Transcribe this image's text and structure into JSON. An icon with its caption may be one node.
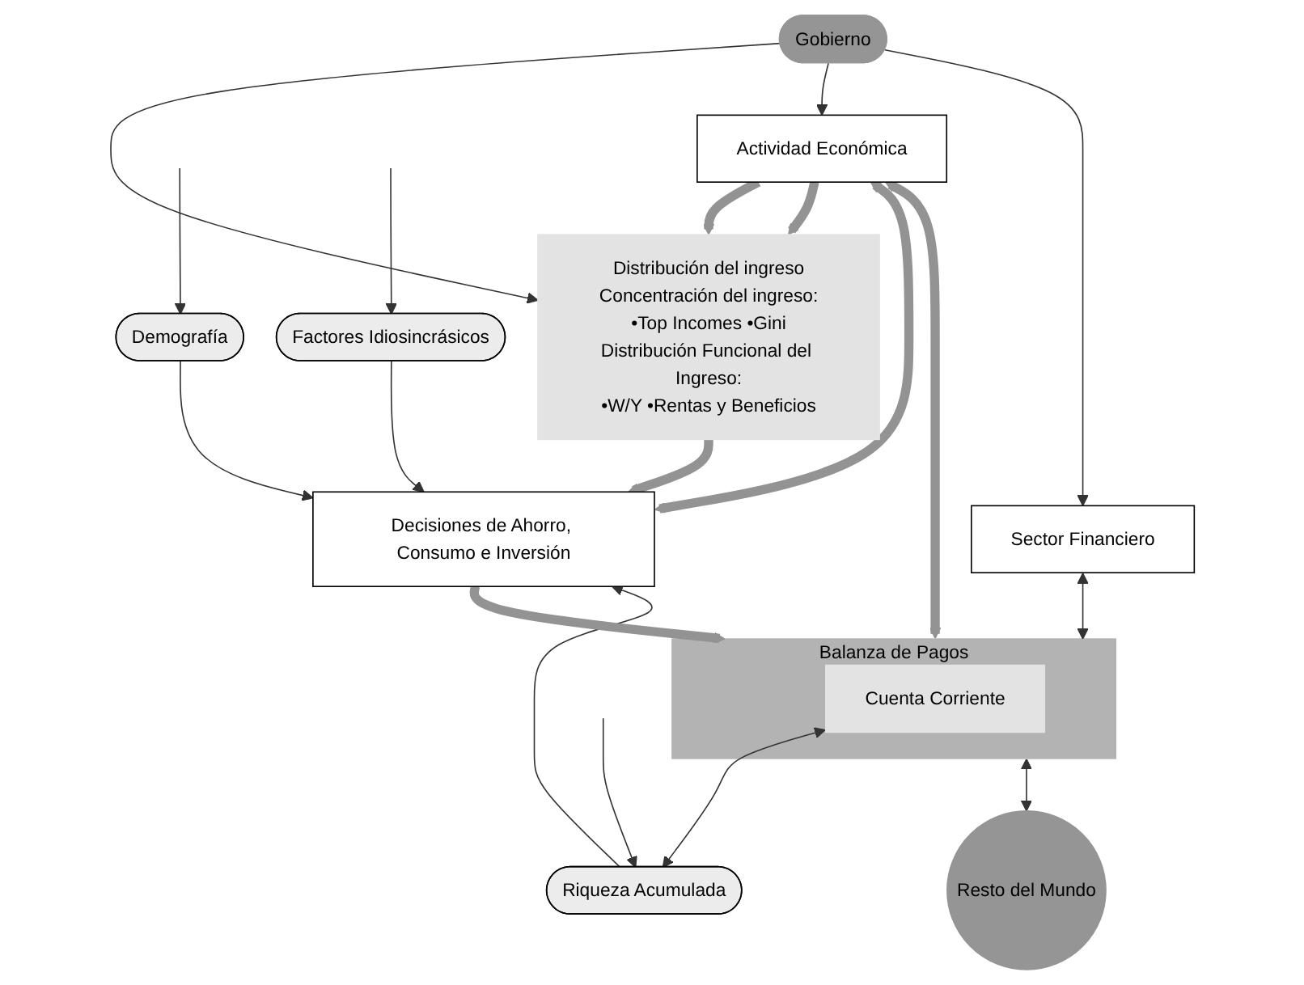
{
  "diagram": {
    "nodes": [
      {
        "text": [
          "Actividad Económica"
        ]
      },
      {
        "text": [
          "Distribución del ingreso",
          "Concentración del ingreso:",
          "•Top Incomes •Gini",
          "Distribución Funcional del Ingreso:",
          "•W/Y •Rentas y Beneficios"
        ]
      },
      {
        "text": [
          "Sector Financiero"
        ]
      },
      {
        "text": [
          "Balanza de Pagos"
        ]
      },
      {
        "text": [
          "Cuenta Corriente"
        ],
        "in": 3
      },
      {
        "text": [
          "Resto del Mundo"
        ]
      },
      {
        "text": [
          "Riqueza Acumulada"
        ]
      },
      {
        "text": [
          "Decisiones de Ahorro, Consumo e Inversión"
        ]
      },
      {
        "text": [
          "Demografía"
        ]
      },
      {
        "text": [
          "Factores Idiosincrásicos"
        ]
      },
      {
        "text": [
          "Gobierno"
        ]
      }
    ],
    "edges": [
      {
        "from": 3,
        "to": 0,
        "arrow": "both",
        "style": "thick",
        "color": "#939393"
      },
      {
        "from": 0,
        "to": 1,
        "arrow": "to",
        "style": "thick",
        "color": "#939393"
      },
      {
        "from": 0,
        "to": 1,
        "arrow": "to",
        "style": "thick",
        "color": "#939393"
      },
      {
        "from": 1,
        "to": 7,
        "arrow": "to",
        "style": "thick",
        "color": "#939393"
      },
      {
        "from": 2,
        "to": 3,
        "arrow": "both"
      },
      {
        "from": 3,
        "to": 5,
        "arrow": "both"
      },
      {
        "from": 4,
        "to": 6,
        "arrow": "both"
      },
      {
        "from": 6,
        "to": 7,
        "arrow": "to"
      },
      {
        "from": null,
        "to": 6,
        "arrow": "to"
      },
      {
        "from": 8,
        "to": 7,
        "arrow": "to"
      },
      {
        "from": null,
        "to": 8,
        "arrow": "to"
      },
      {
        "from": 9,
        "to": 7,
        "arrow": "to"
      },
      {
        "from": null,
        "to": 9,
        "arrow": "to"
      },
      {
        "from": 7,
        "to": 3,
        "arrow": "to",
        "style": "thick",
        "color": "#939393"
      },
      {
        "from": 10,
        "to": 1,
        "arrow": "to"
      },
      {
        "from": 10,
        "to": 0,
        "arrow": "to"
      },
      {
        "from": 10,
        "to": 2,
        "arrow": "to"
      },
      {
        "from": 7,
        "to": 0,
        "arrow": "both",
        "style": "thick",
        "color": "#939393"
      }
    ]
  }
}
